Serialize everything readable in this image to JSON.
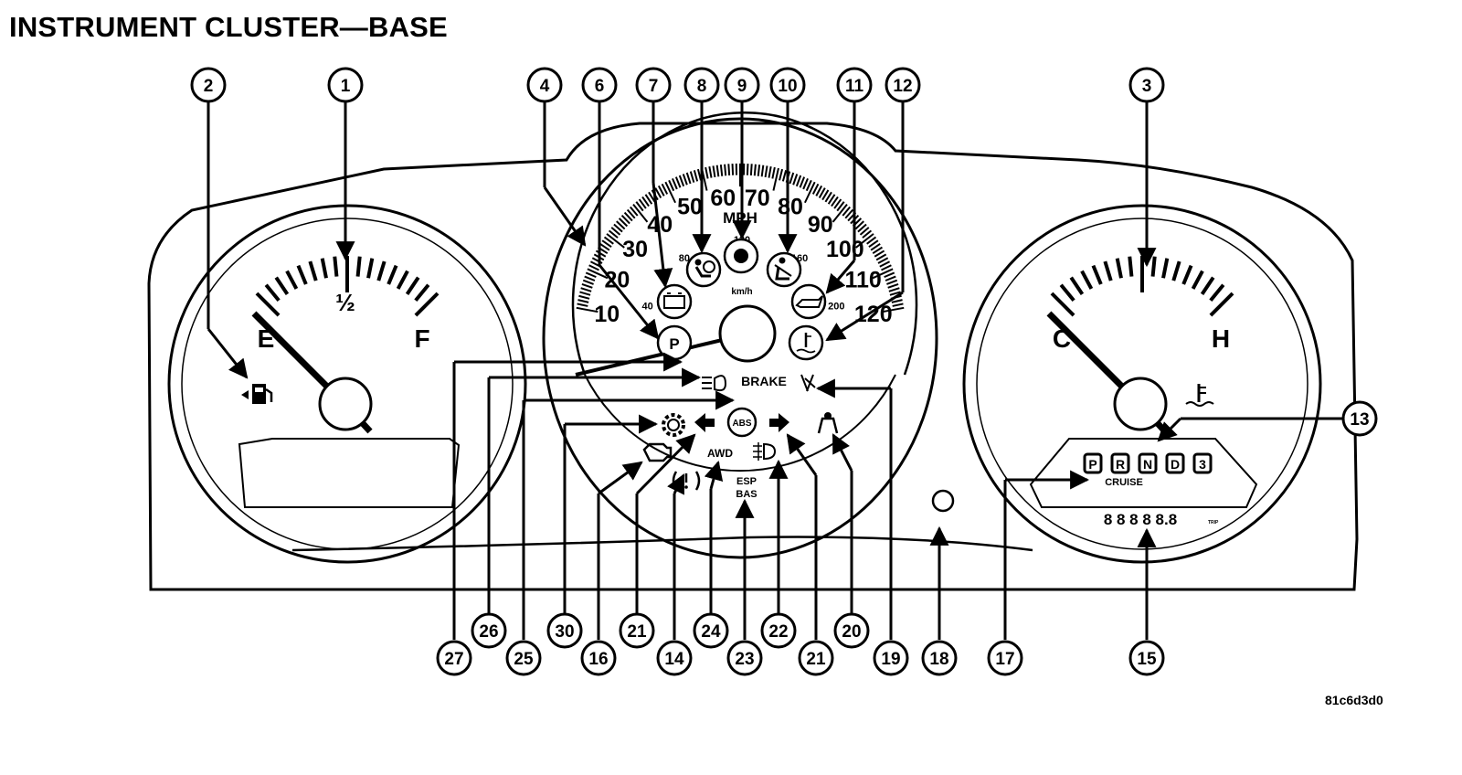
{
  "title": "INSTRUMENT CLUSTER—BASE",
  "figure_code": "81c6d3d0",
  "fuel_gauge": {
    "empty_label": "E",
    "half_label": "½",
    "full_label": "F"
  },
  "temp_gauge": {
    "cold_label": "C",
    "hot_label": "H"
  },
  "speedometer": {
    "mph_label": "MPH",
    "kmh_label": "km/h",
    "mph_numbers": [
      "10",
      "20",
      "30",
      "40",
      "50",
      "60",
      "70",
      "80",
      "90",
      "100",
      "110",
      "120"
    ],
    "kmh_numbers": [
      "40",
      "80",
      "120",
      "160",
      "200"
    ]
  },
  "indicators": {
    "brake": "BRAKE",
    "awd": "AWD",
    "esp": "ESP",
    "bas": "BAS",
    "cruise": "CRUISE",
    "abs": "ABS",
    "park": "P",
    "prndl": [
      "P",
      "R",
      "N",
      "D",
      "3"
    ],
    "odometer": "8 8 8 8 8.8"
  },
  "callouts": {
    "top": [
      "2",
      "1",
      "4",
      "6",
      "7",
      "8",
      "9",
      "10",
      "11",
      "12",
      "3"
    ],
    "bottom": [
      "27",
      "26",
      "25",
      "30",
      "16",
      "21",
      "14",
      "24",
      "23",
      "22",
      "21",
      "20",
      "19",
      "18",
      "17",
      "15"
    ],
    "right": [
      "13"
    ]
  }
}
